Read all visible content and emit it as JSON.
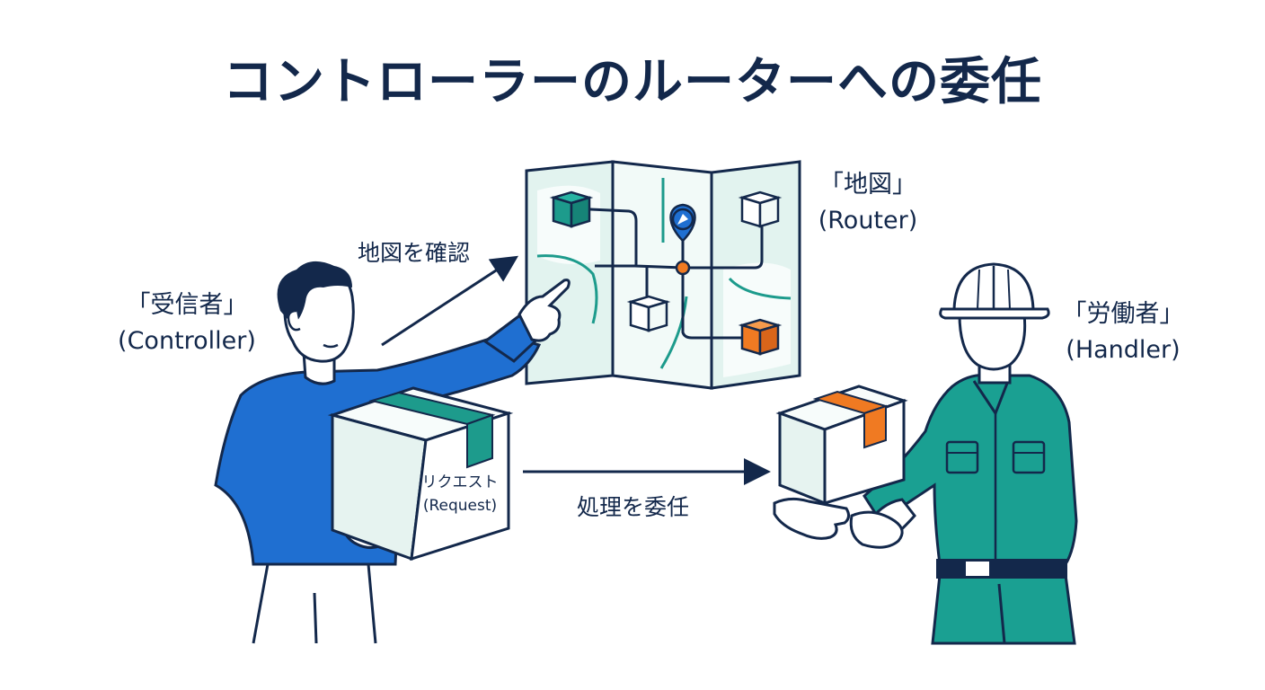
{
  "title": "コントローラーのルーターへの委任",
  "roles": {
    "controller": {
      "name": "「受信者」",
      "sub": "(Controller)"
    },
    "router": {
      "name": "「地図」",
      "sub": "(Router)"
    },
    "handler": {
      "name": "「労働者」",
      "sub": "(Handler)"
    }
  },
  "actions": {
    "check_map": "地図を確認",
    "delegate": "処理を委任"
  },
  "request_box": {
    "line1": "リクエスト",
    "line2": "(Request)"
  },
  "colors": {
    "navy": "#13284b",
    "blue_shirt": "#1f6fd1",
    "teal_uniform": "#1aa092",
    "map_fill": "#e2f3ef",
    "accent_orange": "#f07a22",
    "box_fill": "#e6f3f0",
    "tape_teal": "#1d9b8c"
  }
}
